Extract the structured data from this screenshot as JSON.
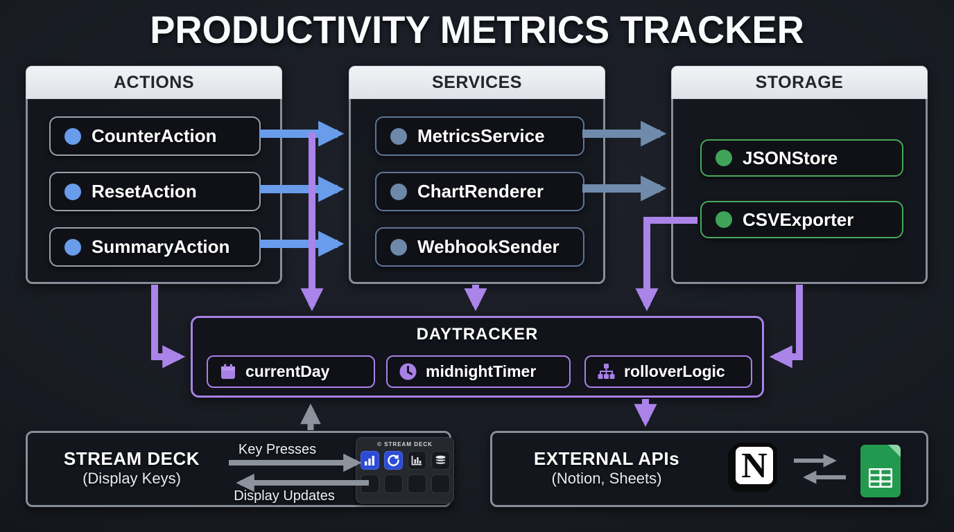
{
  "title": "PRODUCTIVITY METRICS TRACKER",
  "columns": [
    {
      "header": "ACTIONS",
      "items": [
        {
          "label": "CounterAction"
        },
        {
          "label": "ResetAction"
        },
        {
          "label": "SummaryAction"
        }
      ],
      "accent": "#699ceb"
    },
    {
      "header": "SERVICES",
      "items": [
        {
          "label": "MetricsService"
        },
        {
          "label": "ChartRenderer"
        },
        {
          "label": "WebhookSender"
        }
      ],
      "accent": "#6e88a9"
    },
    {
      "header": "STORAGE",
      "items": [
        {
          "label": "JSONStore"
        },
        {
          "label": "CSVExporter"
        }
      ],
      "accent": "#3fa457"
    }
  ],
  "daytracker": {
    "title": "DAYTRACKER",
    "items": [
      {
        "icon": "calendar",
        "label": "currentDay"
      },
      {
        "icon": "clock",
        "label": "midnightTimer"
      },
      {
        "icon": "sitemap",
        "label": "rolloverLogic"
      }
    ],
    "accent": "#a881e6"
  },
  "stream_deck": {
    "title": "STREAM DECK",
    "subtitle": "(Display Keys)",
    "arrow_to_tracker_label": "Key Presses",
    "arrow_from_tracker_label": "Display Updates",
    "device_label": "© STREAM DECK"
  },
  "external_apis": {
    "title": "EXTERNAL APIs",
    "subtitle": "(Notion, Sheets)",
    "notion_letter": "N"
  },
  "colors": {
    "actions_arrow": "#699ceb",
    "services_arrow": "#6f8bab",
    "daytracker_arrow": "#ab84ea",
    "gray_arrow": "#8d939c"
  }
}
